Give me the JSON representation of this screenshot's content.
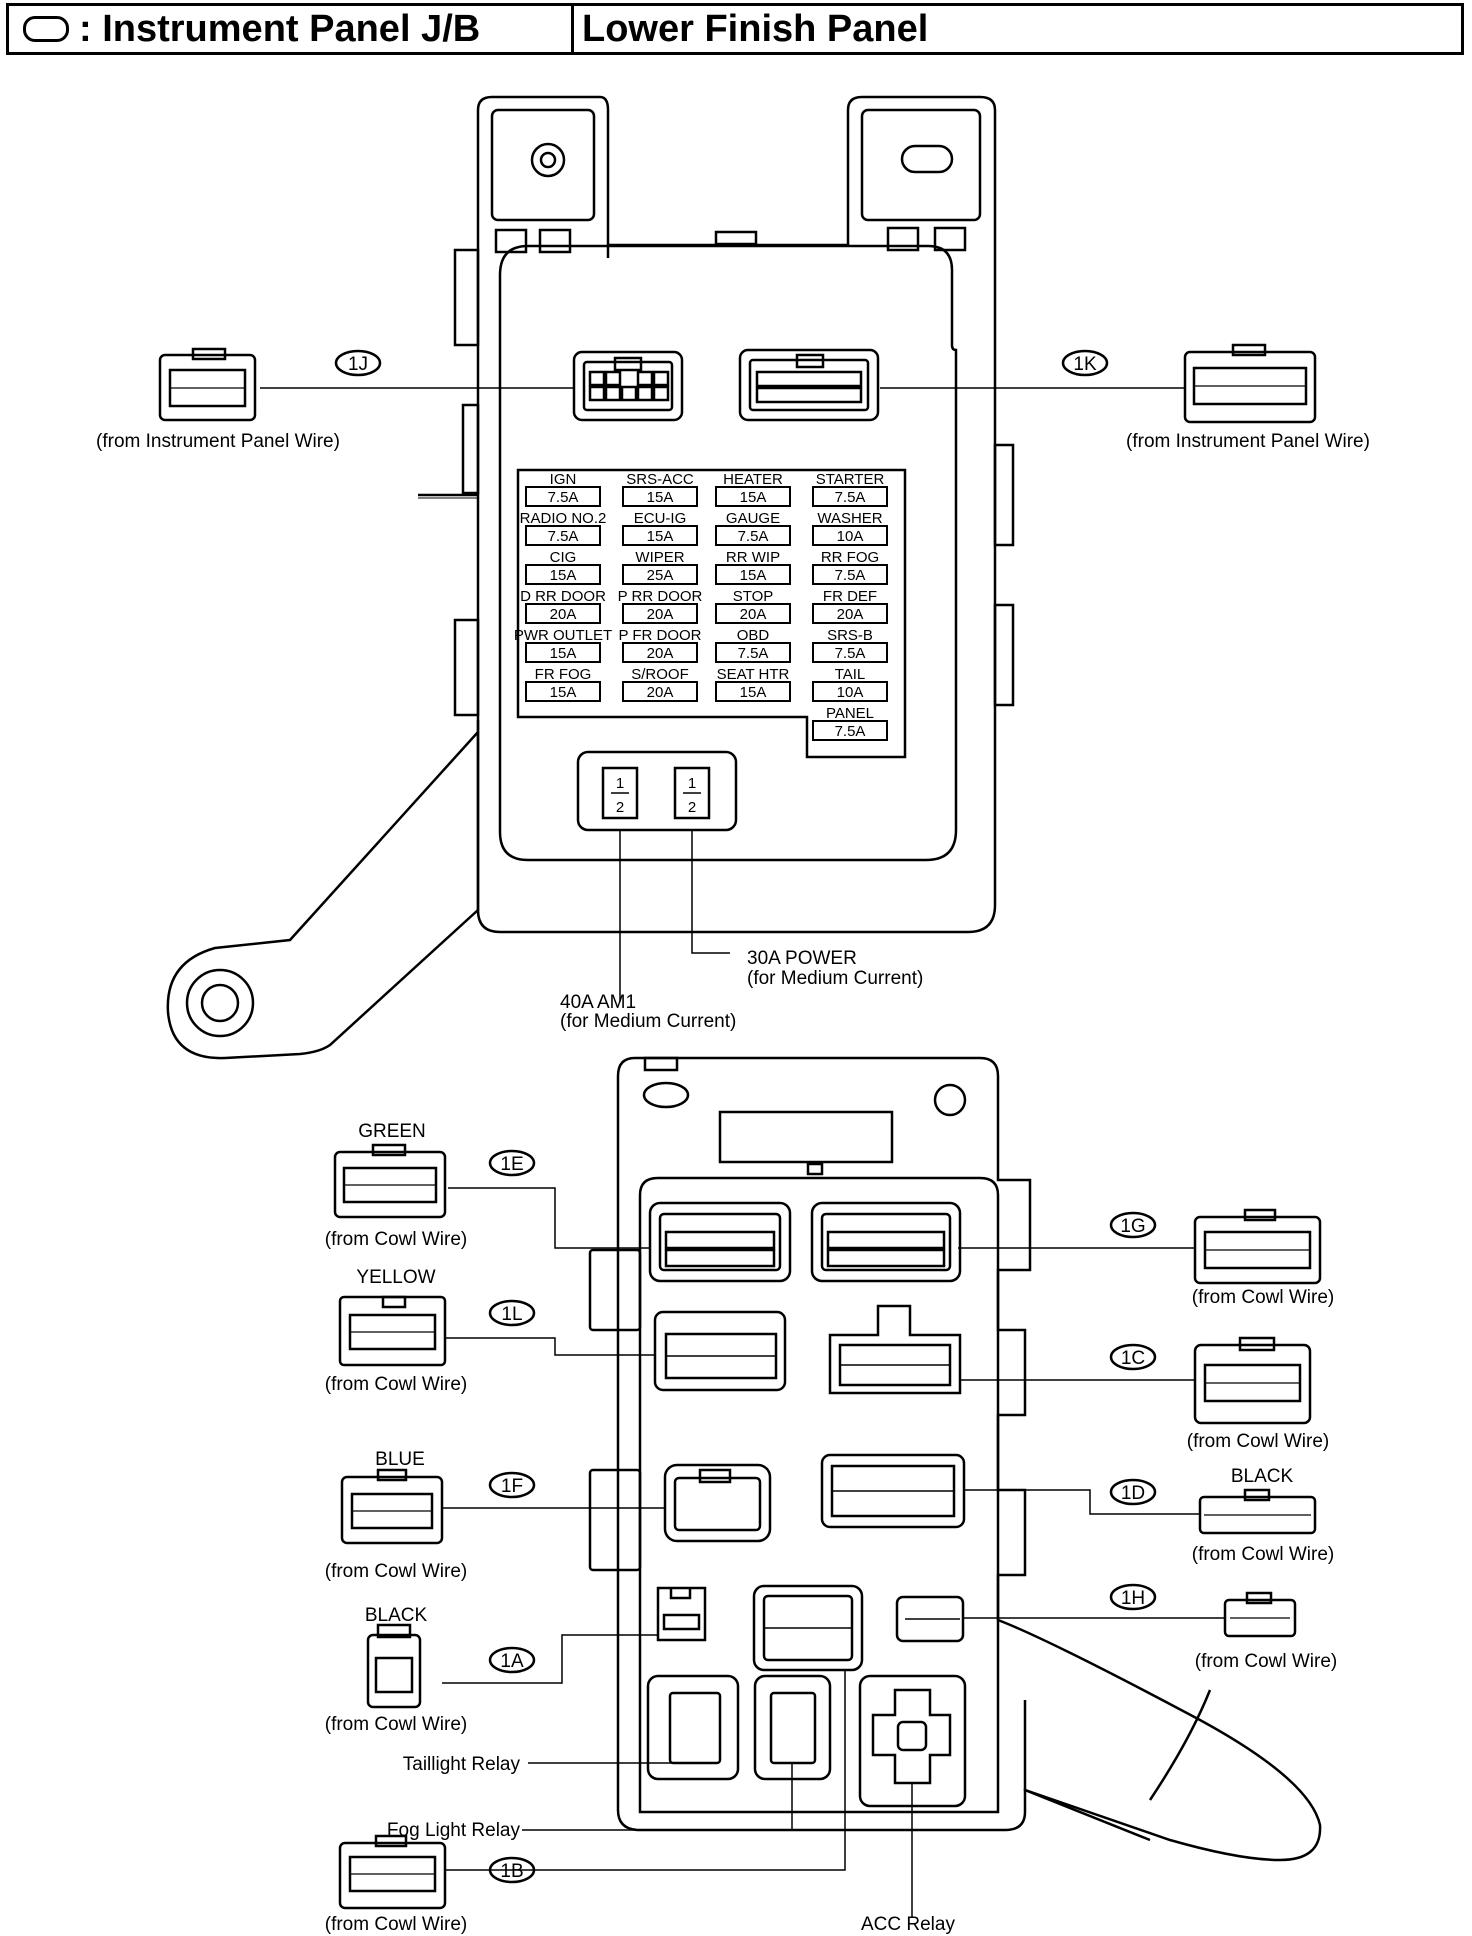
{
  "header": {
    "left_title": ": Instrument Panel J/B",
    "right_title": "Lower Finish Panel"
  },
  "top": {
    "conn_1J": {
      "id": "1J",
      "note": "(from Instrument Panel Wire)"
    },
    "conn_1K": {
      "id": "1K",
      "note": "(from Instrument Panel Wire)"
    },
    "fuses": [
      {
        "name": "IGN",
        "amp": "7.5A"
      },
      {
        "name": "SRS-ACC",
        "amp": "15A"
      },
      {
        "name": "HEATER",
        "amp": "15A"
      },
      {
        "name": "STARTER",
        "amp": "7.5A"
      },
      {
        "name": "RADIO NO.2",
        "amp": "7.5A"
      },
      {
        "name": "ECU-IG",
        "amp": "15A"
      },
      {
        "name": "GAUGE",
        "amp": "7.5A"
      },
      {
        "name": "WASHER",
        "amp": "10A"
      },
      {
        "name": "CIG",
        "amp": "15A"
      },
      {
        "name": "WIPER",
        "amp": "25A"
      },
      {
        "name": "RR WIP",
        "amp": "15A"
      },
      {
        "name": "RR FOG",
        "amp": "7.5A"
      },
      {
        "name": "D RR DOOR",
        "amp": "20A"
      },
      {
        "name": "P RR DOOR",
        "amp": "20A"
      },
      {
        "name": "STOP",
        "amp": "20A"
      },
      {
        "name": "FR DEF",
        "amp": "20A"
      },
      {
        "name": "PWR OUTLET",
        "amp": "15A"
      },
      {
        "name": "P FR DOOR",
        "amp": "20A"
      },
      {
        "name": "OBD",
        "amp": "7.5A"
      },
      {
        "name": "SRS-B",
        "amp": "7.5A"
      },
      {
        "name": "FR FOG",
        "amp": "15A"
      },
      {
        "name": "S/ROOF",
        "amp": "20A"
      },
      {
        "name": "SEAT HTR",
        "amp": "15A"
      },
      {
        "name": "TAIL",
        "amp": "10A"
      },
      {
        "name": "PANEL",
        "amp": "7.5A"
      }
    ],
    "mc_pins": [
      "1",
      "2"
    ],
    "mc_power": {
      "line1": "30A POWER",
      "line2": "(for Medium Current)"
    },
    "mc_am1": {
      "line1": "40A AM1",
      "line2": "(for Medium Current)"
    }
  },
  "bottom": {
    "conn_1E": {
      "id": "1E",
      "color": "GREEN",
      "note": "(from Cowl Wire)"
    },
    "conn_1L": {
      "id": "1L",
      "color": "YELLOW",
      "note": "(from Cowl Wire)"
    },
    "conn_1F": {
      "id": "1F",
      "color": "BLUE",
      "note": "(from Cowl Wire)"
    },
    "conn_1A": {
      "id": "1A",
      "color": "BLACK",
      "note": "(from Cowl Wire)"
    },
    "conn_1B": {
      "id": "1B",
      "note": "(from Cowl Wire)"
    },
    "conn_1G": {
      "id": "1G",
      "note": "(from Cowl Wire)"
    },
    "conn_1C": {
      "id": "1C",
      "note": "(from Cowl Wire)"
    },
    "conn_1D": {
      "id": "1D",
      "color": "BLACK",
      "note": "(from Cowl Wire)"
    },
    "conn_1H": {
      "id": "1H",
      "note": "(from Cowl Wire)"
    },
    "relays": {
      "taillight": "Taillight Relay",
      "fog": "Fog Light Relay",
      "acc": "ACC Relay"
    }
  }
}
